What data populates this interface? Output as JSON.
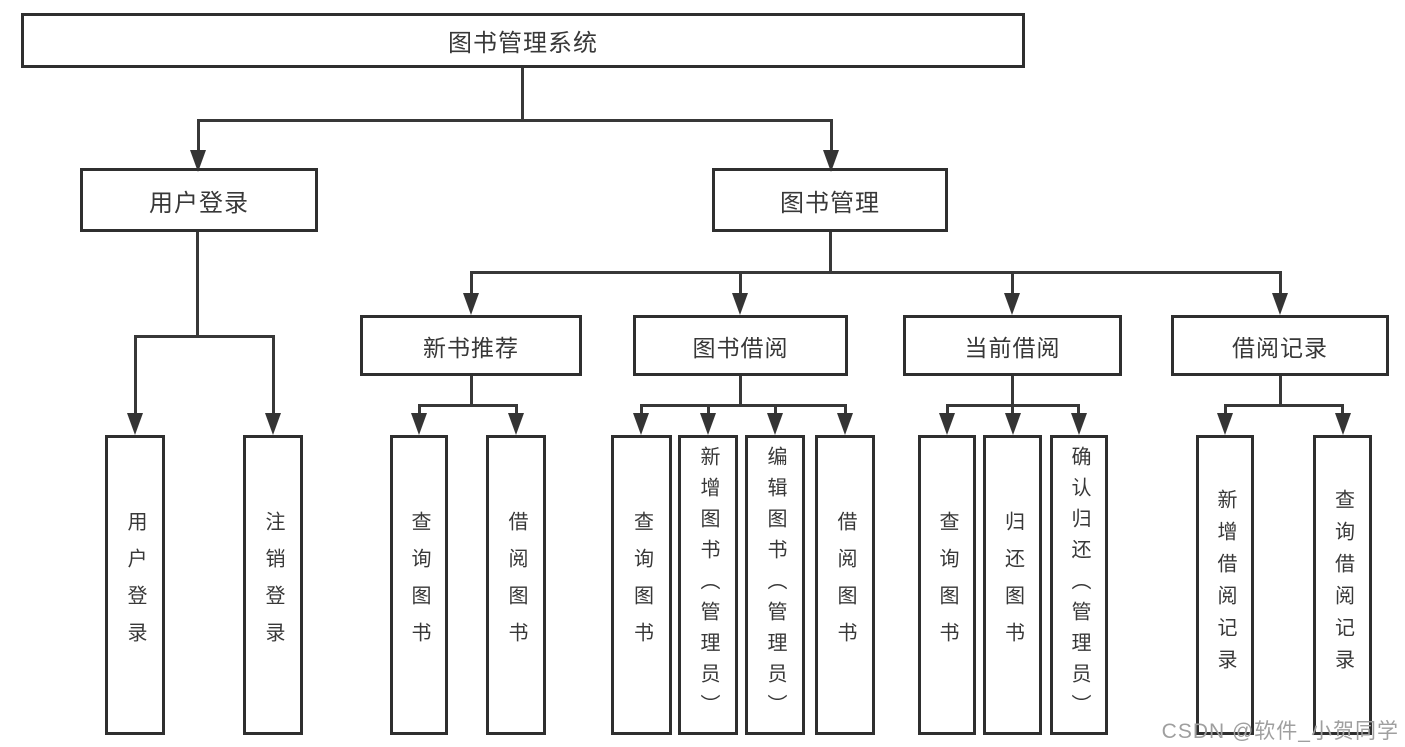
{
  "tree": {
    "root": {
      "label": "图书管理系统"
    },
    "user_login": {
      "label": "用户登录",
      "children": [
        {
          "label": "用户登录"
        },
        {
          "label": "注销登录"
        }
      ]
    },
    "book_mgmt": {
      "label": "图书管理"
    },
    "new_books": {
      "label": "新书推荐",
      "children": [
        {
          "label": "查询图书"
        },
        {
          "label": "借阅图书"
        }
      ]
    },
    "book_borrow": {
      "label": "图书借阅",
      "children": [
        {
          "label": "查询图书"
        },
        {
          "label": "新增图书（管理员）"
        },
        {
          "label": "编辑图书（管理员）"
        },
        {
          "label": "借阅图书"
        }
      ]
    },
    "current_borrow": {
      "label": "当前借阅",
      "children": [
        {
          "label": "查询图书"
        },
        {
          "label": "归还图书"
        },
        {
          "label": "确认归还（管理员）"
        }
      ]
    },
    "borrow_records": {
      "label": "借阅记录",
      "children": [
        {
          "label": "新增借阅记录"
        },
        {
          "label": "查询借阅记录"
        }
      ]
    }
  },
  "watermark": {
    "text": "CSDN @软件_小贺同学"
  },
  "colors": {
    "line": "#383838",
    "border": "#2f2f2f",
    "text": "#383838",
    "watermark": "#9f9f9f",
    "background": "#ffffff"
  }
}
